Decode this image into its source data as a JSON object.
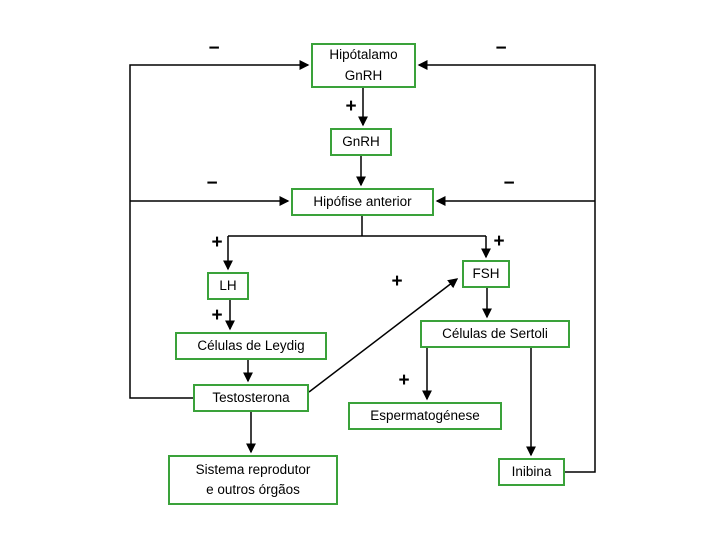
{
  "accent_color": "#3aa23a",
  "signs": {
    "plus": "+",
    "minus": "−"
  },
  "nodes": {
    "hipotalamo": {
      "line1": "Hipótalamo",
      "line2": "GnRH"
    },
    "gnrh": {
      "label": "GnRH"
    },
    "hipofise": {
      "label": "Hipófise anterior"
    },
    "lh": {
      "label": "LH"
    },
    "fsh": {
      "label": "FSH"
    },
    "leydig": {
      "label": "Células de Leydig"
    },
    "sertoli": {
      "label": "Células de Sertoli"
    },
    "testosterona": {
      "label": "Testosterona"
    },
    "sistema": {
      "line1": "Sistema reprodutor",
      "line2": "e outros órgãos"
    },
    "espermatogenese": {
      "label": "Espermatogénese"
    },
    "inibina": {
      "label": "Inibina"
    }
  },
  "edges": [
    {
      "from": "Hipótalamo GnRH",
      "to": "GnRH",
      "sign": "+"
    },
    {
      "from": "GnRH",
      "to": "Hipófise anterior",
      "sign": ""
    },
    {
      "from": "Hipófise anterior",
      "to": "LH",
      "sign": "+"
    },
    {
      "from": "Hipófise anterior",
      "to": "FSH",
      "sign": "+"
    },
    {
      "from": "LH",
      "to": "Células de Leydig",
      "sign": "+"
    },
    {
      "from": "Células de Leydig",
      "to": "Testosterona",
      "sign": ""
    },
    {
      "from": "Testosterona",
      "to": "Sistema reprodutor e outros órgãos",
      "sign": ""
    },
    {
      "from": "Testosterona",
      "to": "FSH",
      "sign": "+"
    },
    {
      "from": "FSH",
      "to": "Células de Sertoli",
      "sign": ""
    },
    {
      "from": "Células de Sertoli",
      "to": "Espermatogénese",
      "sign": "+"
    },
    {
      "from": "Células de Sertoli",
      "to": "Inibina",
      "sign": ""
    },
    {
      "from": "Testosterona",
      "to": "Hipótalamo GnRH",
      "sign": "−"
    },
    {
      "from": "Testosterona",
      "to": "Hipófise anterior",
      "sign": "−"
    },
    {
      "from": "Inibina",
      "to": "Hipótalamo GnRH",
      "sign": "−"
    },
    {
      "from": "Inibina",
      "to": "Hipófise anterior",
      "sign": "−"
    }
  ]
}
